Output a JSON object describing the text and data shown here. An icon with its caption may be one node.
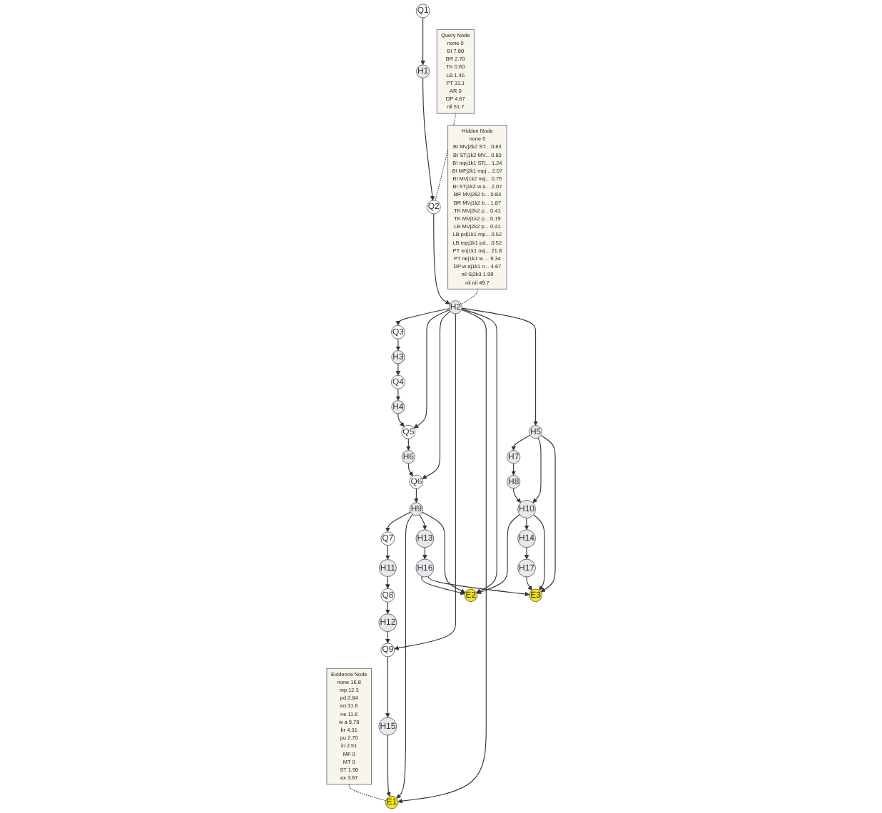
{
  "diagram": {
    "nodes": [
      {
        "text": [
          "Q1"
        ]
      },
      {
        "text": [
          "H1"
        ]
      },
      {
        "text": [
          "Q2"
        ]
      },
      {
        "text": [
          "Query Node",
          "none 0",
          "BI 7.80",
          "BR 2.70",
          "TK 0.60",
          "LB 1.45",
          "PT 31.1",
          "AR 0",
          "DP 4.67",
          "nil 51.7"
        ]
      },
      {
        "text": [
          "H2"
        ]
      },
      {
        "text": [
          "Hidden Node",
          "none 0",
          "BI MVj2k2 ST... 0.83",
          "BI STj1k2 MV... 0.83",
          "BI mpj1k1 STj... 1.24",
          "BI MFj2k1 mpj... 2.07",
          "BI MVj1k2 nej... 0.75",
          "BI STj1k2 w a... 2.07",
          "BR MVj2k2 b... 0.83",
          "BR MVj1k2 b... 1.87",
          "TK MVj2k2 p... 0.41",
          "TK MVj1k2 p... 0.19",
          "LB MVj2k2 p... 0.41",
          "LB pdj1k1 mp... 0.52",
          "LB mpj1k1 pd... 0.52",
          "PT enj1k1 nej... 21.8",
          "PT nej1k1 w ... 9.34",
          "DP w aj1k1 n... 4.67",
          "nil Sj2k3 1.99",
          "nil nil 49.7"
        ]
      },
      {
        "text": [
          "Q3"
        ]
      },
      {
        "text": [
          "H3"
        ]
      },
      {
        "text": [
          "Q4"
        ]
      },
      {
        "text": [
          "H4"
        ]
      },
      {
        "text": [
          "Q5"
        ]
      },
      {
        "text": [
          "H5"
        ]
      },
      {
        "text": [
          "H6"
        ]
      },
      {
        "text": [
          "H7"
        ]
      },
      {
        "text": [
          "H8"
        ]
      },
      {
        "text": [
          "Q6"
        ]
      },
      {
        "text": [
          "H9"
        ]
      },
      {
        "text": [
          "H10"
        ]
      },
      {
        "text": [
          "Q7"
        ]
      },
      {
        "text": [
          "H11"
        ]
      },
      {
        "text": [
          "Evidence Node",
          "none 16.8",
          "mp 12.3",
          "pd 2.84",
          "en 31.6",
          "ne 11.6",
          "w a 9.79",
          "br 4.31",
          "pu 2.70",
          "in 2.51",
          "MF 0",
          "MT 0",
          "ST 1.90",
          "ex 3.67"
        ]
      },
      {
        "text": [
          "Q8"
        ]
      },
      {
        "text": [
          "H12"
        ]
      },
      {
        "text": [
          "Q9"
        ]
      },
      {
        "text": [
          "H13"
        ]
      },
      {
        "text": [
          "H14"
        ]
      },
      {
        "text": [
          "H16"
        ]
      },
      {
        "text": [
          "H15"
        ]
      },
      {
        "text": [
          "H17"
        ]
      },
      {
        "text": [
          "E1"
        ]
      },
      {
        "text": [
          "E2"
        ]
      },
      {
        "text": [
          "E3"
        ]
      }
    ],
    "edges": [
      {
        "from": 0,
        "to": 1,
        "arrow": "to"
      },
      {
        "from": 1,
        "to": 2,
        "arrow": "to"
      },
      {
        "from": 2,
        "to": 4,
        "arrow": "to"
      },
      {
        "from": 4,
        "to": 6,
        "arrow": "to"
      },
      {
        "from": 6,
        "to": 7,
        "arrow": "to"
      },
      {
        "from": 7,
        "to": 8,
        "arrow": "to"
      },
      {
        "from": 8,
        "to": 9,
        "arrow": "to"
      },
      {
        "from": 9,
        "to": 10,
        "arrow": "to"
      },
      {
        "from": 10,
        "to": 12,
        "arrow": "to"
      },
      {
        "from": 12,
        "to": 15,
        "arrow": "to"
      },
      {
        "from": 15,
        "to": 16,
        "arrow": "to"
      },
      {
        "from": 16,
        "to": 18,
        "arrow": "to"
      },
      {
        "from": 18,
        "to": 19,
        "arrow": "to"
      },
      {
        "from": 19,
        "to": 21,
        "arrow": "to"
      },
      {
        "from": 21,
        "to": 22,
        "arrow": "to"
      },
      {
        "from": 22,
        "to": 23,
        "arrow": "to"
      },
      {
        "from": 23,
        "to": 27,
        "arrow": "to"
      },
      {
        "from": 27,
        "to": 29,
        "arrow": "to"
      },
      {
        "from": 4,
        "to": 10,
        "arrow": "to"
      },
      {
        "from": 4,
        "to": 15,
        "arrow": "to"
      },
      {
        "from": 4,
        "to": 23,
        "arrow": "to"
      },
      {
        "from": 4,
        "to": 29,
        "arrow": "to"
      },
      {
        "from": 4,
        "to": 30,
        "arrow": "to"
      },
      {
        "from": 4,
        "to": 11,
        "arrow": "to"
      },
      {
        "from": 16,
        "to": 29,
        "arrow": "to"
      },
      {
        "from": 16,
        "to": 24,
        "arrow": "to"
      },
      {
        "from": 16,
        "to": 30,
        "arrow": "to"
      },
      {
        "from": 11,
        "to": 13,
        "arrow": "to"
      },
      {
        "from": 13,
        "to": 14,
        "arrow": "to"
      },
      {
        "from": 14,
        "to": 17,
        "arrow": "to"
      },
      {
        "from": 11,
        "to": 17,
        "arrow": "to"
      },
      {
        "from": 11,
        "to": 31,
        "arrow": "to"
      },
      {
        "from": 17,
        "to": 30,
        "arrow": "to"
      },
      {
        "from": 17,
        "to": 25,
        "arrow": "to"
      },
      {
        "from": 17,
        "to": 31,
        "arrow": "to"
      },
      {
        "from": 24,
        "to": 26,
        "arrow": "to"
      },
      {
        "from": 26,
        "to": 30,
        "arrow": "to"
      },
      {
        "from": 26,
        "to": 31,
        "arrow": "to"
      },
      {
        "from": 25,
        "to": 28,
        "arrow": "to"
      },
      {
        "from": 28,
        "to": 31,
        "arrow": "to"
      },
      {
        "from": 3,
        "to": 2,
        "arrow": "none",
        "style": "dashed"
      },
      {
        "from": 5,
        "to": 4,
        "arrow": "none",
        "style": "dashed"
      },
      {
        "from": 20,
        "to": 29,
        "arrow": "none",
        "style": "dashed"
      }
    ]
  }
}
